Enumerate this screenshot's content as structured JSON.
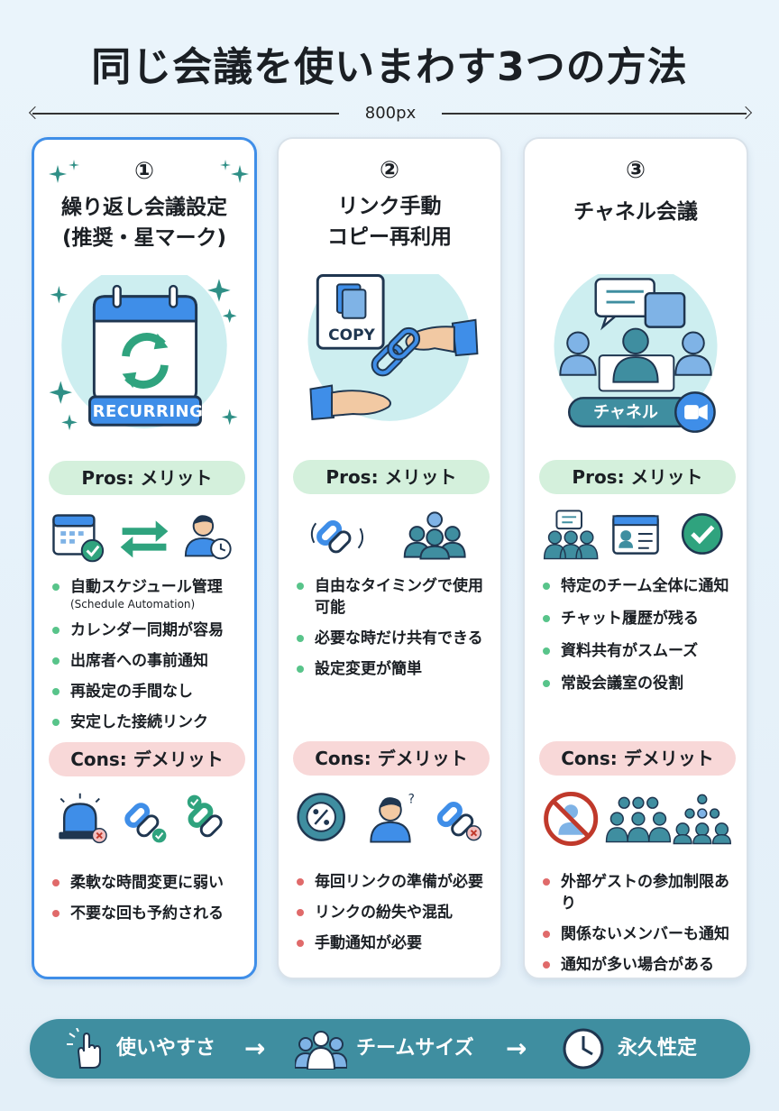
{
  "title": "同じ会議を使いまわす3つの方法",
  "ruler_label": "800px",
  "pros_label": "Pros: メリット",
  "cons_label": "Cons: デメリット",
  "cards": [
    {
      "number": "①",
      "title_line1": "繰り返し会議設定",
      "title_line2": "(推奨・星マーク)",
      "badge": "RECURRING",
      "pros": [
        "自動スケジュール管理",
        "カレンダー同期が容易",
        "出席者への事前通知",
        "再設定の手間なし",
        "安定した接続リンク"
      ],
      "pros_sub": "(Schedule Automation)",
      "cons": [
        "柔軟な時間変更に弱い",
        "不要な回も予約される"
      ],
      "icons": [
        "calendar-check-icon",
        "sync-arrows-icon",
        "user-clock-icon",
        "alarm-light-icon",
        "link-check-icon",
        "link-check-icon"
      ]
    },
    {
      "number": "②",
      "title_line1": "リンク手動",
      "title_line2": "コピー再利用",
      "badge": "COPY",
      "pros": [
        "自由なタイミングで使用可能",
        "必要な時だけ共有できる",
        "設定変更が簡単"
      ],
      "cons": [
        "毎回リンクの準備が必要",
        "リンクの紛失や混乱",
        "手動通知が必要"
      ],
      "icons": [
        "link-cycle-icon",
        "team-icon",
        "badge-percent-icon",
        "confused-person-icon",
        "broken-link-icon"
      ]
    },
    {
      "number": "③",
      "title_line1": "チャネル会議",
      "badge": "チャネル",
      "pros": [
        "特定のチーム全体に通知",
        "チャット履歴が残る",
        "資料共有がスムーズ",
        "常設会議室の役割"
      ],
      "cons": [
        "外部ゲストの参加制限あり",
        "関係ないメンバーも通知",
        "通知が多い場合がある"
      ],
      "icons": [
        "team-chat-icon",
        "id-card-icon",
        "check-circle-icon",
        "no-entry-icon",
        "crowd-icon",
        "network-icon"
      ]
    }
  ],
  "bottom": {
    "items": [
      "使いやすさ",
      "チームサイズ",
      "永久性定"
    ],
    "arrow": "→"
  },
  "colors": {
    "accent_blue": "#3f8ee8",
    "teal": "#3f8ea0",
    "pros_bg": "#d4f0dc",
    "cons_bg": "#f8d8d8"
  }
}
